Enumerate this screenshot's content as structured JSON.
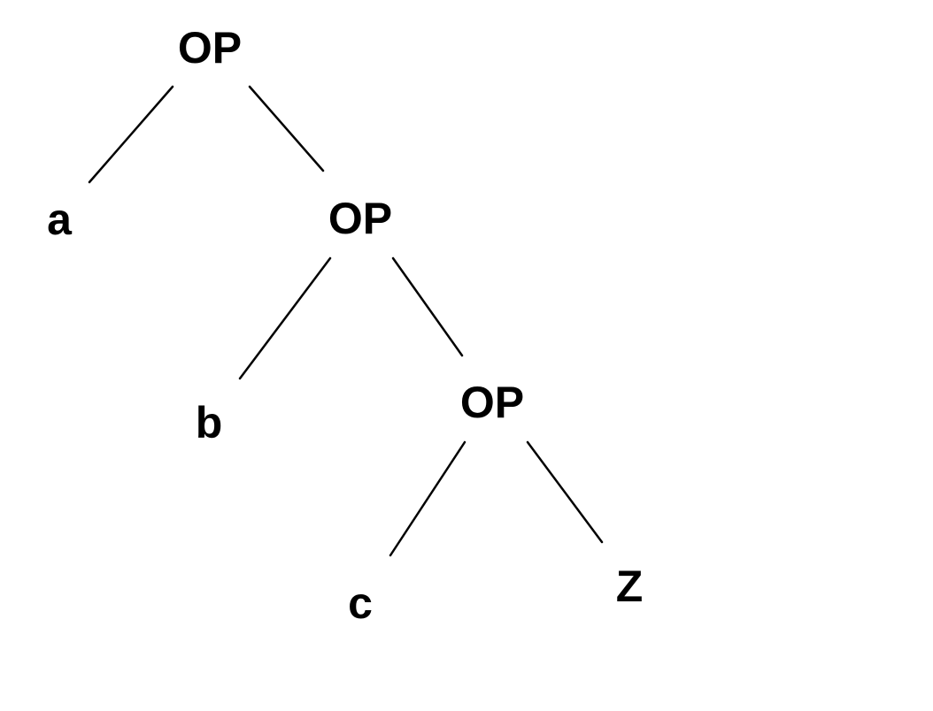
{
  "diagram": {
    "type": "tree",
    "nodes": [
      {
        "id": "op1",
        "label": "OP"
      },
      {
        "id": "a",
        "label": "a"
      },
      {
        "id": "op2",
        "label": "OP"
      },
      {
        "id": "b",
        "label": "b"
      },
      {
        "id": "op3",
        "label": "OP"
      },
      {
        "id": "c",
        "label": "c"
      },
      {
        "id": "z",
        "label": "Z"
      }
    ],
    "edges": [
      {
        "from": "op1",
        "to": "a"
      },
      {
        "from": "op1",
        "to": "op2"
      },
      {
        "from": "op2",
        "to": "b"
      },
      {
        "from": "op2",
        "to": "op3"
      },
      {
        "from": "op3",
        "to": "c"
      },
      {
        "from": "op3",
        "to": "z"
      }
    ],
    "colors": {
      "line": "#000000",
      "text": "#000000",
      "background": "#ffffff"
    }
  }
}
